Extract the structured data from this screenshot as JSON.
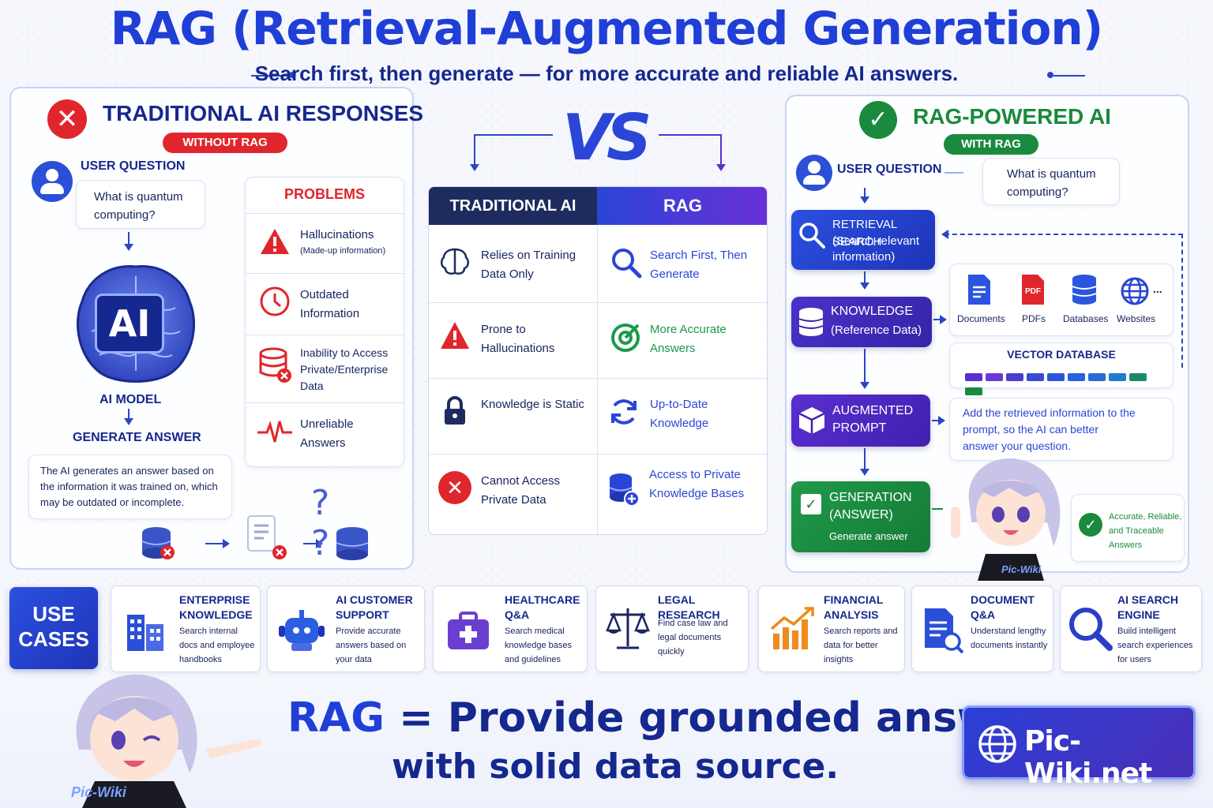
{
  "title": "RAG (Retrieval-Augmented Generation)",
  "subtitle": "Search first, then generate — for more accurate and reliable AI answers.",
  "vs_label": "VS",
  "left": {
    "header": "TRADITIONAL AI RESPONSES",
    "badge": "WITHOUT RAG",
    "user_question_label": "USER QUESTION",
    "question": "What is quantum computing?",
    "ai_chip": "AI",
    "ai_model_label": "AI MODEL",
    "generate_label": "GENERATE ANSWER",
    "explanation": "The AI generates an answer based on the information it was trained on, which may be outdated or incomplete.",
    "question_marks": "? ?",
    "problems_header": "PROBLEMS",
    "problems": [
      {
        "title": "Hallucinations",
        "sub": "(Made-up information)",
        "icon": "warning-icon"
      },
      {
        "title": "Outdated Information",
        "sub": "",
        "icon": "clock-icon"
      },
      {
        "title": "Inability to Access Private/Enterprise Data",
        "sub": "",
        "icon": "database-x-icon"
      },
      {
        "title": "Unreliable Answers",
        "sub": "",
        "icon": "heartbeat-icon"
      }
    ]
  },
  "compare": {
    "col_traditional": "TRADITIONAL AI",
    "col_rag": "RAG",
    "rows": [
      {
        "trad": "Relies on Training Data Only",
        "trad_icon": "brain-icon",
        "rag": "Search First, Then Generate",
        "rag_icon": "search-icon"
      },
      {
        "trad": "Prone to Hallucinations",
        "trad_icon": "warning-icon",
        "rag": "More Accurate Answers",
        "rag_icon": "target-icon"
      },
      {
        "trad": "Knowledge is Static",
        "trad_icon": "lock-icon",
        "rag": "Up-to-Date Knowledge",
        "rag_icon": "refresh-icon"
      },
      {
        "trad": "Cannot Access Private Data",
        "trad_icon": "x-circle-icon",
        "rag": "Access to Private Knowledge Bases",
        "rag_icon": "database-plus-icon"
      }
    ]
  },
  "right": {
    "header": "RAG-POWERED AI",
    "badge": "WITH RAG",
    "user_question_label": "USER QUESTION",
    "question": "What is quantum computing?",
    "retrieval": {
      "title": "RETRIEVAL SEARCH",
      "sub": "(Search relevant information)"
    },
    "knowledge": {
      "title": "KNOWLEDGE",
      "sub": "(Reference Data)"
    },
    "augmented": {
      "title": "AUGMENTED PROMPT"
    },
    "generation": {
      "title": "GENERATION (ANSWER)",
      "sub": "Generate answer"
    },
    "sources": [
      {
        "label": "Documents",
        "icon": "document-icon"
      },
      {
        "label": "PDFs",
        "icon": "pdf-icon",
        "badge": "PDF"
      },
      {
        "label": "Databases",
        "icon": "database-icon"
      },
      {
        "label": "Websites",
        "icon": "globe-icon"
      }
    ],
    "more": "...",
    "vector_db": "VECTOR DATABASE",
    "augment_note": "Add the retrieved information to the prompt, so the AI can better answer your question.",
    "result_note": "Accurate, Reliable, and Traceable Answers"
  },
  "use_cases_label": "USE CASES",
  "use_cases": [
    {
      "title": "ENTERPRISE KNOWLEDGE",
      "desc": "Search internal docs and employee handbooks",
      "icon": "building-icon",
      "color": "#2b4fd6"
    },
    {
      "title": "AI CUSTOMER SUPPORT",
      "desc": "Provide accurate answers based on your data",
      "icon": "robot-icon",
      "color": "#2b5fe0"
    },
    {
      "title": "HEALTHCARE Q&A",
      "desc": "Search medical knowledge bases and guidelines",
      "icon": "medical-kit-icon",
      "color": "#6a3fd0"
    },
    {
      "title": "LEGAL RESEARCH",
      "desc": "Find case law and legal documents quickly",
      "icon": "scales-icon",
      "color": "#1a2560"
    },
    {
      "title": "FINANCIAL ANALYSIS",
      "desc": "Search reports and data for better insights",
      "icon": "chart-icon",
      "color": "#f08a1c"
    },
    {
      "title": "DOCUMENT Q&A",
      "desc": "Understand lengthy documents instantly",
      "icon": "document-search-icon",
      "color": "#2b4fd6"
    },
    {
      "title": "AI SEARCH ENGINE",
      "desc": "Build intelligent search experiences for users",
      "icon": "magnifier-icon",
      "color": "#2b3fc6"
    }
  ],
  "bottom_line1_a": "RAG",
  "bottom_line1_b": "= Provide grounded answers",
  "bottom_line2": "with solid data source.",
  "site": "Pic-Wiki.net",
  "mascot_shirt": "Pic-Wiki",
  "colors": {
    "accent": "#1f3fd6",
    "purple": "#5a2fd0",
    "red": "#e0262c",
    "green": "#1a8a3e",
    "navy": "#15288f"
  }
}
